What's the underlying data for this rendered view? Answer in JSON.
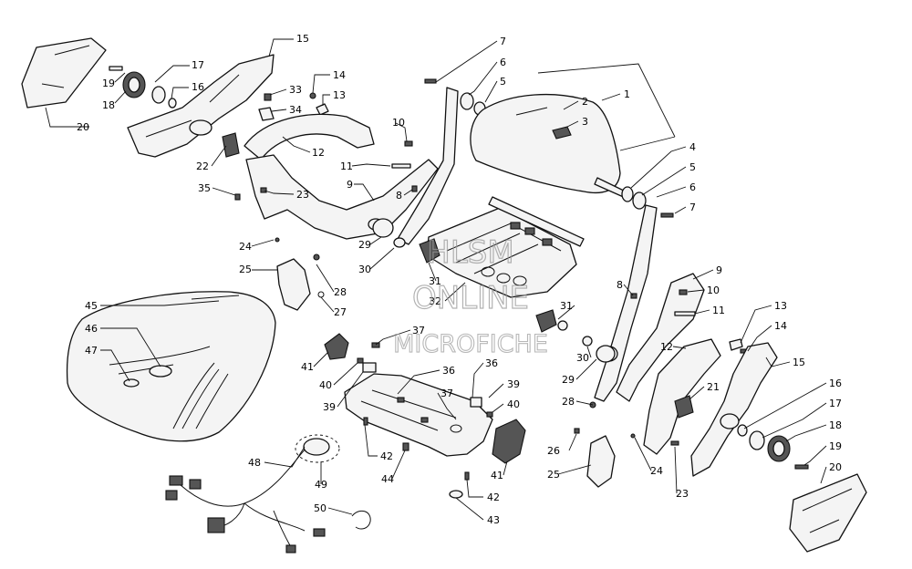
{
  "watermark": {
    "line1": "HLSM",
    "line2": "ONLINE",
    "line3": "MICROFICHE"
  },
  "callouts": [
    {
      "id": "c15a",
      "text": "15"
    },
    {
      "id": "c17a",
      "text": "17"
    },
    {
      "id": "c19a",
      "text": "19"
    },
    {
      "id": "c18a",
      "text": "18"
    },
    {
      "id": "c16a",
      "text": "16"
    },
    {
      "id": "c20a",
      "text": "20"
    },
    {
      "id": "c14a",
      "text": "14"
    },
    {
      "id": "c13a",
      "text": "13"
    },
    {
      "id": "c33",
      "text": "33"
    },
    {
      "id": "c34",
      "text": "34"
    },
    {
      "id": "c12a",
      "text": "12"
    },
    {
      "id": "c22",
      "text": "22"
    },
    {
      "id": "c11a",
      "text": "11"
    },
    {
      "id": "c10a",
      "text": "10"
    },
    {
      "id": "c9a",
      "text": "9"
    },
    {
      "id": "c35",
      "text": "35"
    },
    {
      "id": "c23a",
      "text": "23"
    },
    {
      "id": "c8a",
      "text": "8"
    },
    {
      "id": "c24a",
      "text": "24"
    },
    {
      "id": "c29a",
      "text": "29"
    },
    {
      "id": "c30a",
      "text": "30"
    },
    {
      "id": "c25a",
      "text": "25"
    },
    {
      "id": "c28a",
      "text": "28"
    },
    {
      "id": "c27",
      "text": "27"
    },
    {
      "id": "c31a",
      "text": "31"
    },
    {
      "id": "c32",
      "text": "32"
    },
    {
      "id": "c7a",
      "text": "7"
    },
    {
      "id": "c6a",
      "text": "6"
    },
    {
      "id": "c5a",
      "text": "5"
    },
    {
      "id": "c1",
      "text": "1"
    },
    {
      "id": "c2",
      "text": "2"
    },
    {
      "id": "c3",
      "text": "3"
    },
    {
      "id": "c4",
      "text": "4"
    },
    {
      "id": "c5b",
      "text": "5"
    },
    {
      "id": "c6b",
      "text": "6"
    },
    {
      "id": "c7b",
      "text": "7"
    },
    {
      "id": "c8b",
      "text": "8"
    },
    {
      "id": "c9b",
      "text": "9"
    },
    {
      "id": "c10b",
      "text": "10"
    },
    {
      "id": "c11b",
      "text": "11"
    },
    {
      "id": "c13b",
      "text": "13"
    },
    {
      "id": "c14b",
      "text": "14"
    },
    {
      "id": "c12b",
      "text": "12"
    },
    {
      "id": "c15b",
      "text": "15"
    },
    {
      "id": "c16b",
      "text": "16"
    },
    {
      "id": "c17b",
      "text": "17"
    },
    {
      "id": "c18b",
      "text": "18"
    },
    {
      "id": "c19b",
      "text": "19"
    },
    {
      "id": "c20b",
      "text": "20"
    },
    {
      "id": "c21",
      "text": "21"
    },
    {
      "id": "c28b",
      "text": "28"
    },
    {
      "id": "c26",
      "text": "26"
    },
    {
      "id": "c24b",
      "text": "24"
    },
    {
      "id": "c25b",
      "text": "25"
    },
    {
      "id": "c23b",
      "text": "23"
    },
    {
      "id": "c29b",
      "text": "29"
    },
    {
      "id": "c30b",
      "text": "30"
    },
    {
      "id": "c31b",
      "text": "31"
    },
    {
      "id": "c45",
      "text": "45"
    },
    {
      "id": "c46",
      "text": "46"
    },
    {
      "id": "c47",
      "text": "47"
    },
    {
      "id": "c37a",
      "text": "37"
    },
    {
      "id": "c41a",
      "text": "41"
    },
    {
      "id": "c40a",
      "text": "40"
    },
    {
      "id": "c39a",
      "text": "39"
    },
    {
      "id": "c36a",
      "text": "36"
    },
    {
      "id": "c36b",
      "text": "36"
    },
    {
      "id": "c39b",
      "text": "39"
    },
    {
      "id": "c37b",
      "text": "37"
    },
    {
      "id": "c40b",
      "text": "40"
    },
    {
      "id": "c42a",
      "text": "42"
    },
    {
      "id": "c44",
      "text": "44"
    },
    {
      "id": "c41b",
      "text": "41"
    },
    {
      "id": "c42b",
      "text": "42"
    },
    {
      "id": "c43",
      "text": "43"
    },
    {
      "id": "c48",
      "text": "48"
    },
    {
      "id": "c49",
      "text": "49"
    },
    {
      "id": "c50",
      "text": "50"
    }
  ]
}
